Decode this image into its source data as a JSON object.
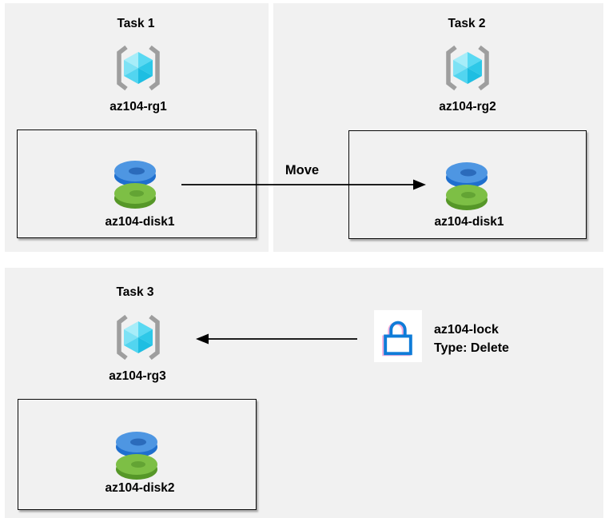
{
  "tasks": [
    {
      "title": "Task 1",
      "resource_group": {
        "name": "az104-rg1",
        "icon": "resource-group-icon"
      },
      "disk": {
        "name": "az104-disk1",
        "icon": "managed-disk-icon"
      }
    },
    {
      "title": "Task 2",
      "resource_group": {
        "name": "az104-rg2",
        "icon": "resource-group-icon"
      },
      "disk": {
        "name": "az104-disk1",
        "icon": "managed-disk-icon"
      }
    },
    {
      "title": "Task 3",
      "resource_group": {
        "name": "az104-rg3",
        "icon": "resource-group-icon"
      },
      "disk": {
        "name": "az104-disk2",
        "icon": "managed-disk-icon"
      }
    }
  ],
  "arrows": {
    "move": {
      "label": "Move",
      "direction": "right"
    },
    "lock": {
      "direction": "left"
    }
  },
  "lock": {
    "name": "az104-lock",
    "type_label": "Type: Delete",
    "icon": "lock-icon"
  },
  "colors": {
    "page_background": "#FFFFFF",
    "panel_background": "#F1F1F1",
    "box_border": "#0A0A0A",
    "text": "#000000",
    "arrow": "#000000",
    "bracket_gray": "#9E9E9E",
    "cube_cyan_light": "#A7EDF9",
    "cube_cyan_dark": "#1EBEE2",
    "disk_blue_top": "#4E96E2",
    "disk_blue_rim": "#1F6FCE",
    "disk_green_top": "#7DBF45",
    "disk_green_rim": "#569728",
    "lock_blue": "#0F7CD8"
  }
}
